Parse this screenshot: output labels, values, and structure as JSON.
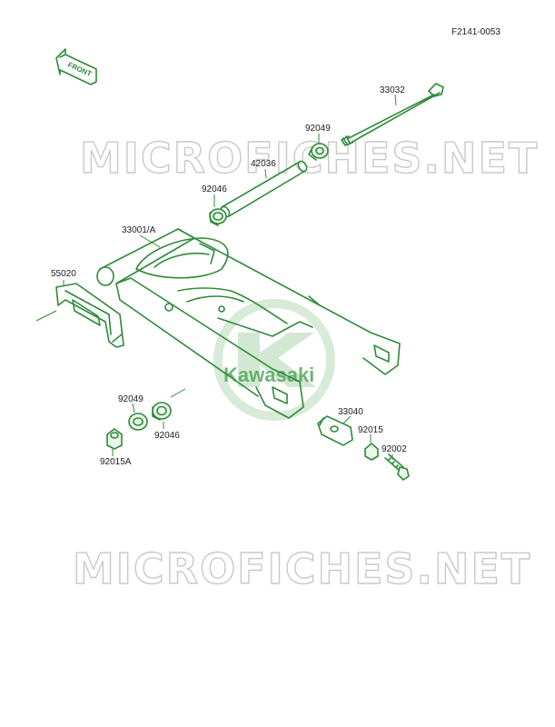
{
  "diagram": {
    "figure_code": "F2141-0053",
    "watermark": "MICROFICHES.NET",
    "logo_text": "Kawasaki",
    "front_label": "FRONT",
    "parts": [
      {
        "id": "p33032",
        "number": "33032"
      },
      {
        "id": "p92049a",
        "number": "92049"
      },
      {
        "id": "p42036",
        "number": "42036"
      },
      {
        "id": "p92046a",
        "number": "92046"
      },
      {
        "id": "p33001",
        "number": "33001/A"
      },
      {
        "id": "p55020",
        "number": "55020"
      },
      {
        "id": "p92049b",
        "number": "92049"
      },
      {
        "id": "p92046b",
        "number": "92046"
      },
      {
        "id": "p92015a",
        "number": "92015A"
      },
      {
        "id": "p33040",
        "number": "33040"
      },
      {
        "id": "p92015",
        "number": "92015"
      },
      {
        "id": "p92002",
        "number": "92002"
      }
    ]
  }
}
